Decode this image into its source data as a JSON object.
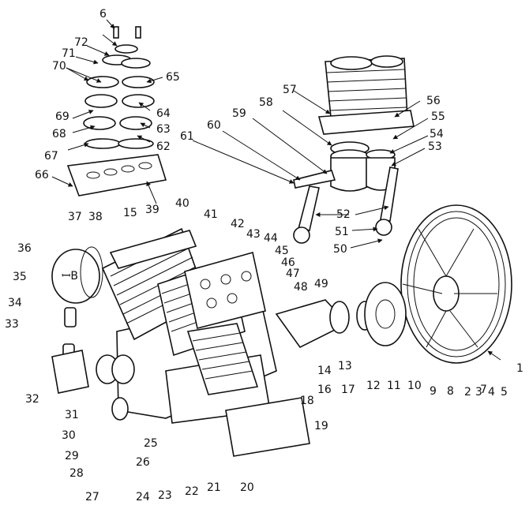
{
  "callouts": [
    "1",
    "2",
    "3",
    "4",
    "5",
    "6",
    "7",
    "8",
    "9",
    "10",
    "11",
    "12",
    "13",
    "14",
    "15",
    "16",
    "17",
    "18",
    "19",
    "20",
    "21",
    "22",
    "23",
    "24",
    "25",
    "26",
    "27",
    "28",
    "29",
    "30",
    "31",
    "32",
    "33",
    "34",
    "35",
    "36",
    "37",
    "38",
    "39",
    "40",
    "41",
    "42",
    "43",
    "44",
    "45",
    "46",
    "47",
    "48",
    "49",
    "50",
    "51",
    "52",
    "53",
    "54",
    "55",
    "56",
    "57",
    "58",
    "59",
    "60",
    "61",
    "62",
    "63",
    "64",
    "65",
    "66",
    "67",
    "68",
    "69",
    "70",
    "71",
    "72"
  ],
  "motor_cover_logo": "ꟷB"
}
